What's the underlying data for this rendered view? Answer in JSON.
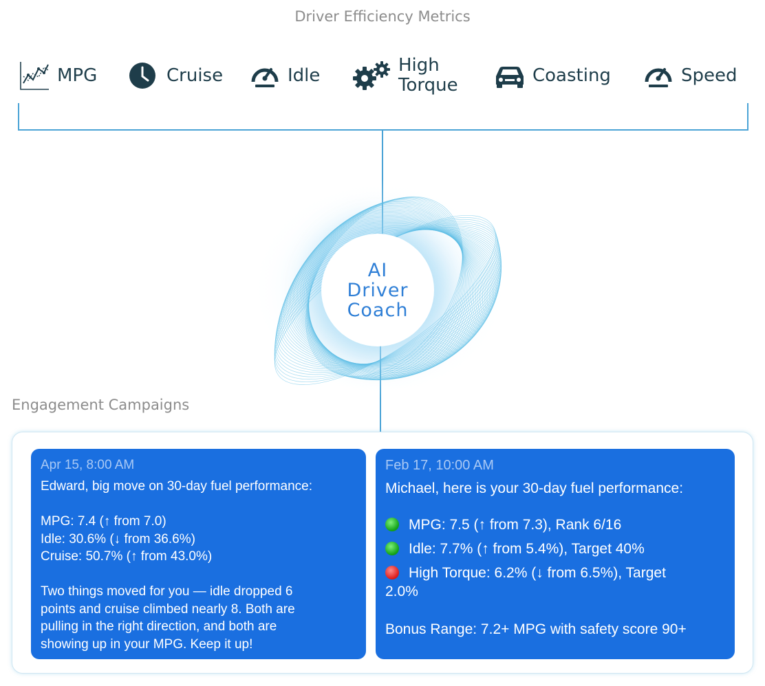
{
  "metrics_section": {
    "title": "Driver Efficiency Metrics",
    "items": [
      {
        "label": "MPG",
        "icon": "line-chart-icon"
      },
      {
        "label": "Cruise",
        "icon": "clock-icon"
      },
      {
        "label": "Idle",
        "icon": "speedometer-icon"
      },
      {
        "label": "High Torque",
        "icon": "gears-icon"
      },
      {
        "label": "Coasting",
        "icon": "car-icon"
      },
      {
        "label": "Speed",
        "icon": "speedometer-icon"
      }
    ]
  },
  "coach": {
    "label": "AI\nDriver\nCoach"
  },
  "campaigns_section": {
    "title": "Engagement Campaigns",
    "cards": [
      {
        "timestamp": "Apr 15, 8:00 AM",
        "greeting": "Edward, big move on 30-day fuel performance:",
        "stats": [
          "MPG: 7.4 (↑ from 7.0)",
          "Idle: 30.6% (↓ from 36.6%)",
          "Cruise: 50.7% (↑ from 43.0%)"
        ],
        "body": [
          "Two things moved for you — idle dropped 6",
          "points and cruise climbed nearly 8. Both are",
          "pulling in the right direction, and both are",
          "showing up in your MPG. Keep it up!"
        ]
      },
      {
        "timestamp": "Feb 17, 10:00 AM",
        "greeting": "Michael, here is your 30-day fuel performance:",
        "stats": [
          {
            "status": "green",
            "text": "MPG: 7.5 (↑ from 7.3), Rank 6/16"
          },
          {
            "status": "green",
            "text": "Idle: 7.7% (↑ from 5.4%), Target 40%"
          },
          {
            "status": "red",
            "text": "High Torque: 6.2% (↓ from 6.5%), Target"
          }
        ],
        "stat_continuation": "2.0%",
        "footer": "Bonus Range: 7.2+ MPG with safety score 90+"
      }
    ]
  },
  "colors": {
    "card_blue": "#1a6fe0",
    "icon_dark": "#1e3d4a",
    "connector": "#4aa3d6",
    "coach_text": "#2f7fd6",
    "status_green": "#16a51a",
    "status_red": "#e0201e"
  }
}
